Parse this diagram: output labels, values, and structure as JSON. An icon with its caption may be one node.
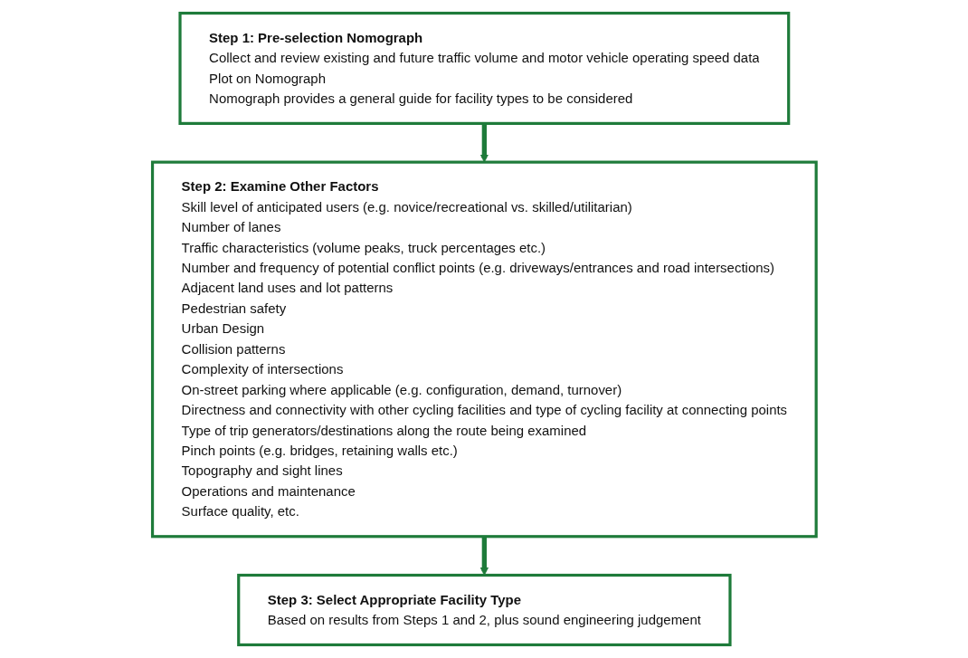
{
  "diagram": {
    "nodes": [
      {
        "text": [
          "Step 1: Pre-selection Nomograph",
          "Collect and review existing and future traffic volume and motor vehicle operating speed data",
          "Plot on Nomograph",
          "Nomograph provides a general guide for facility types to be considered"
        ]
      },
      {
        "text": [
          "Step 2: Examine Other Factors",
          "Skill level of anticipated users (e.g. novice/recreational vs. skilled/utilitarian)",
          "Number of lanes",
          "Traffic characteristics (volume peaks, truck percentages etc.)",
          "Number and frequency of potential conflict points (e.g. driveways/entrances and road intersections)",
          "Adjacent land uses and lot patterns",
          "Pedestrian safety",
          "Urban Design",
          "Collision patterns",
          "Complexity of intersections",
          "On-street parking where applicable (e.g. configuration, demand, turnover)",
          "Directness and connectivity with other cycling facilities and type of cycling facility at connecting points",
          "Type of trip generators/destinations along the route being examined",
          "Pinch points (e.g. bridges, retaining walls etc.)",
          "Topography and sight lines",
          "Operations and maintenance",
          "Surface quality, etc."
        ]
      },
      {
        "text": [
          "Step 3: Select Appropriate Facility Type",
          "Based on results from Steps 1 and 2, plus sound engineering judgement"
        ]
      }
    ],
    "edges": [
      {
        "from": 0,
        "to": 1,
        "arrow": "to"
      },
      {
        "from": 1,
        "to": 2,
        "arrow": "to"
      }
    ]
  }
}
